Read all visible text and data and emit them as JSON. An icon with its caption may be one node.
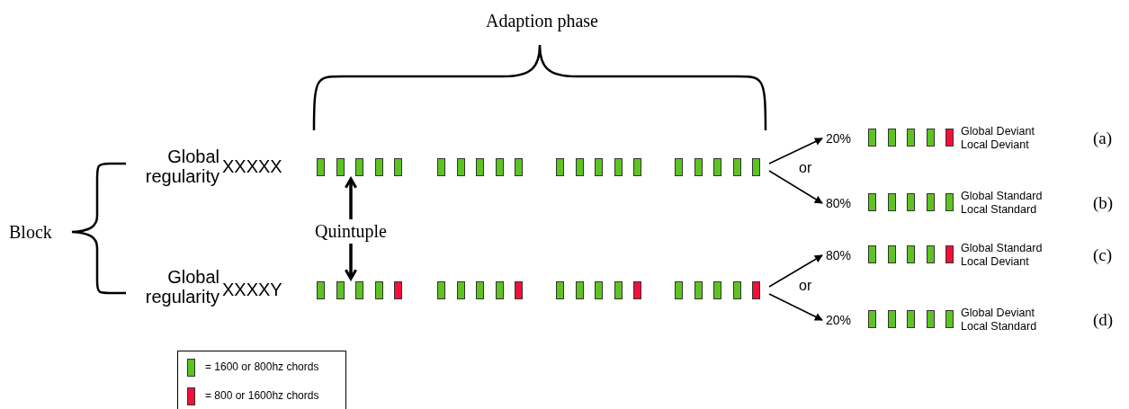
{
  "diagram": {
    "nodes": [
      {
        "text": [],
        "shape": "bar"
      },
      {
        "text": [],
        "shape": "bar"
      },
      {
        "text": [],
        "shape": "bar"
      },
      {
        "text": [],
        "shape": "bar"
      },
      {
        "text": [
          "20%",
          "Global Deviant Local Deviant"
        ],
        "beside": [
          "(a)"
        ]
      },
      {
        "text": [
          "80%",
          "Global Standard Local Standard"
        ],
        "beside": [
          "(b)"
        ]
      },
      {
        "text": [
          "Quintuple"
        ]
      },
      {
        "text": [],
        "shape": "bar"
      },
      {
        "text": [],
        "shape": "bar"
      },
      {
        "text": [],
        "shape": "bar"
      },
      {
        "text": [],
        "shape": "bar"
      },
      {
        "text": [
          "80%",
          "Global Standard Local Deviant"
        ],
        "beside": [
          "(c)"
        ]
      },
      {
        "text": [
          "20%",
          "Global Deviant Local Standard"
        ],
        "beside": [
          "(d)"
        ]
      }
    ],
    "edges": [
      {
        "from": 3,
        "to": 4,
        "arrow": "to"
      },
      {
        "from": 3,
        "to": 5,
        "arrow": "to"
      },
      {
        "from": 6,
        "to": 0,
        "arrow": "to",
        "style": "thick"
      },
      {
        "from": 6,
        "to": 7,
        "arrow": "to",
        "style": "thick"
      },
      {
        "from": 10,
        "to": 11,
        "arrow": "to"
      },
      {
        "from": 10,
        "to": 12,
        "arrow": "to"
      }
    ],
    "labels": [
      "Adaption phase",
      "Global regularity",
      "XXXXX",
      "or",
      "Block",
      "Global regularity",
      "XXXXY",
      "or"
    ],
    "legend": [
      {
        "text": "= 1600 or 800hz chords",
        "color": "#5ec322"
      },
      {
        "text": "= 800 or 1600hz chords",
        "color": "#f0103a"
      }
    ]
  }
}
